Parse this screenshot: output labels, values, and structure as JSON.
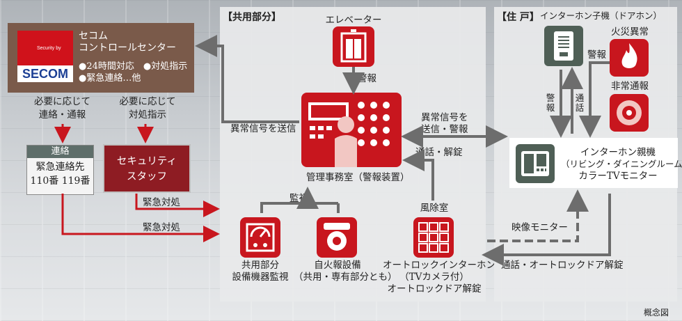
{
  "secom": {
    "logo_small": "Security by",
    "logo_word": "SECOM",
    "name_line1": "セコム",
    "name_line2": "コントロールセンター",
    "feature1": "●24時間対応　●対処指示",
    "feature2": "●緊急連絡…他"
  },
  "left": {
    "note1_line1": "必要に応じて",
    "note1_line2": "連絡・通報",
    "note2_line1": "必要に応じて",
    "note2_line2": "対処指示",
    "contact_head": "連絡",
    "contact_line1": "緊急連絡先",
    "contact_line2": "110番 119番",
    "staff_line1": "セキュリティ",
    "staff_line2": "スタッフ",
    "emergency1": "緊急対処",
    "emergency2": "緊急対処"
  },
  "common": {
    "title": "【共用部分】",
    "elevator": "エレベーター",
    "alarm": "警報",
    "send_signal": "異常信号を送信",
    "control_room": "管理事務室（警報装置）",
    "monitor": "監視",
    "equipment_line1": "共用部分",
    "equipment_line2": "設備機器監視",
    "fire_line1": "自火報設備",
    "fire_line2": "（共用・専有部分とも）",
    "windbreak": "風除室",
    "autolock_line1": "オートロックインターホン",
    "autolock_line2": "（TVカメラ付）",
    "autolock_line3": "オートロックドア解錠",
    "talk_unlock": "通話・解錠",
    "signal_line1": "異常信号を",
    "signal_line2": "送信・警報"
  },
  "dwelling": {
    "title": "【住 戸】",
    "door_intercom": "インターホン子機（ドアホン）",
    "fire": "火災異常",
    "alarm": "警報",
    "emergency_call": "非常通報",
    "alarm_v": "警報",
    "talk_v": "通話",
    "master_line1": "インターホン親機",
    "master_line2": "（リビング・ダイニングルーム）",
    "master_line3": "カラーTVモニター",
    "video_monitor": "映像モニター",
    "talk_autolock": "通話・オートロックドア解錠"
  },
  "footer": {
    "concept": "概念図"
  },
  "colors": {
    "accent_red": "#c8161e",
    "staff_red": "#8e1c23",
    "arrow_gray": "#6d6d6d",
    "device_green": "#4f5f56",
    "secom_brown": "#7a5a4a"
  }
}
